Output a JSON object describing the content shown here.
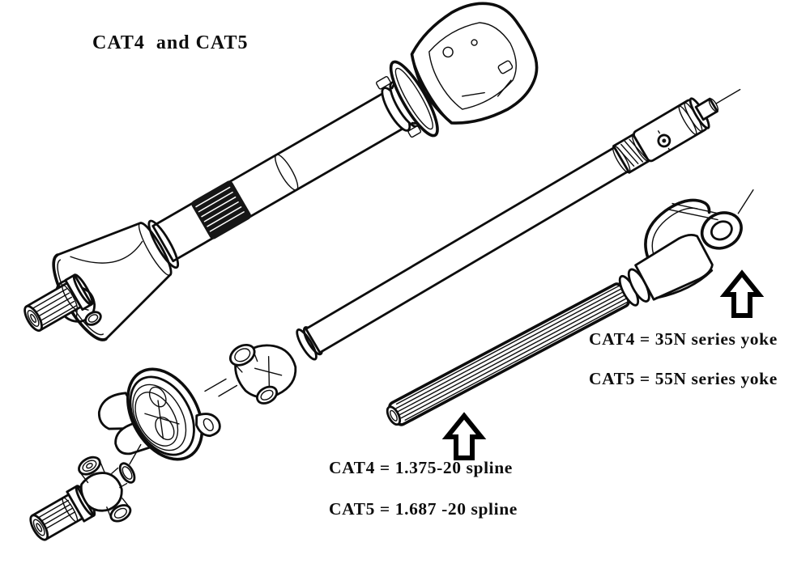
{
  "colors": {
    "background": "#ffffff",
    "ink": "#0d0d0d"
  },
  "title": {
    "text": "CAT4  and CAT5"
  },
  "callouts": {
    "yoke": {
      "line1": "CAT4 = 35N series yoke",
      "line2": "CAT5 = 55N series yoke"
    },
    "spline": {
      "line1": "CAT4 = 1.375-20 spline",
      "line2": "CAT5 = 1.687 -20 spline"
    }
  },
  "figure": {
    "parts": [
      "pto-driveshaft-with-safety-guard",
      "inner-telescoping-shaft",
      "splined-shaft-with-yoke",
      "flange-yoke",
      "u-joint-cross"
    ],
    "icons": {
      "spline_pointer": "up-arrow-icon",
      "yoke_pointer": "up-arrow-icon"
    }
  }
}
